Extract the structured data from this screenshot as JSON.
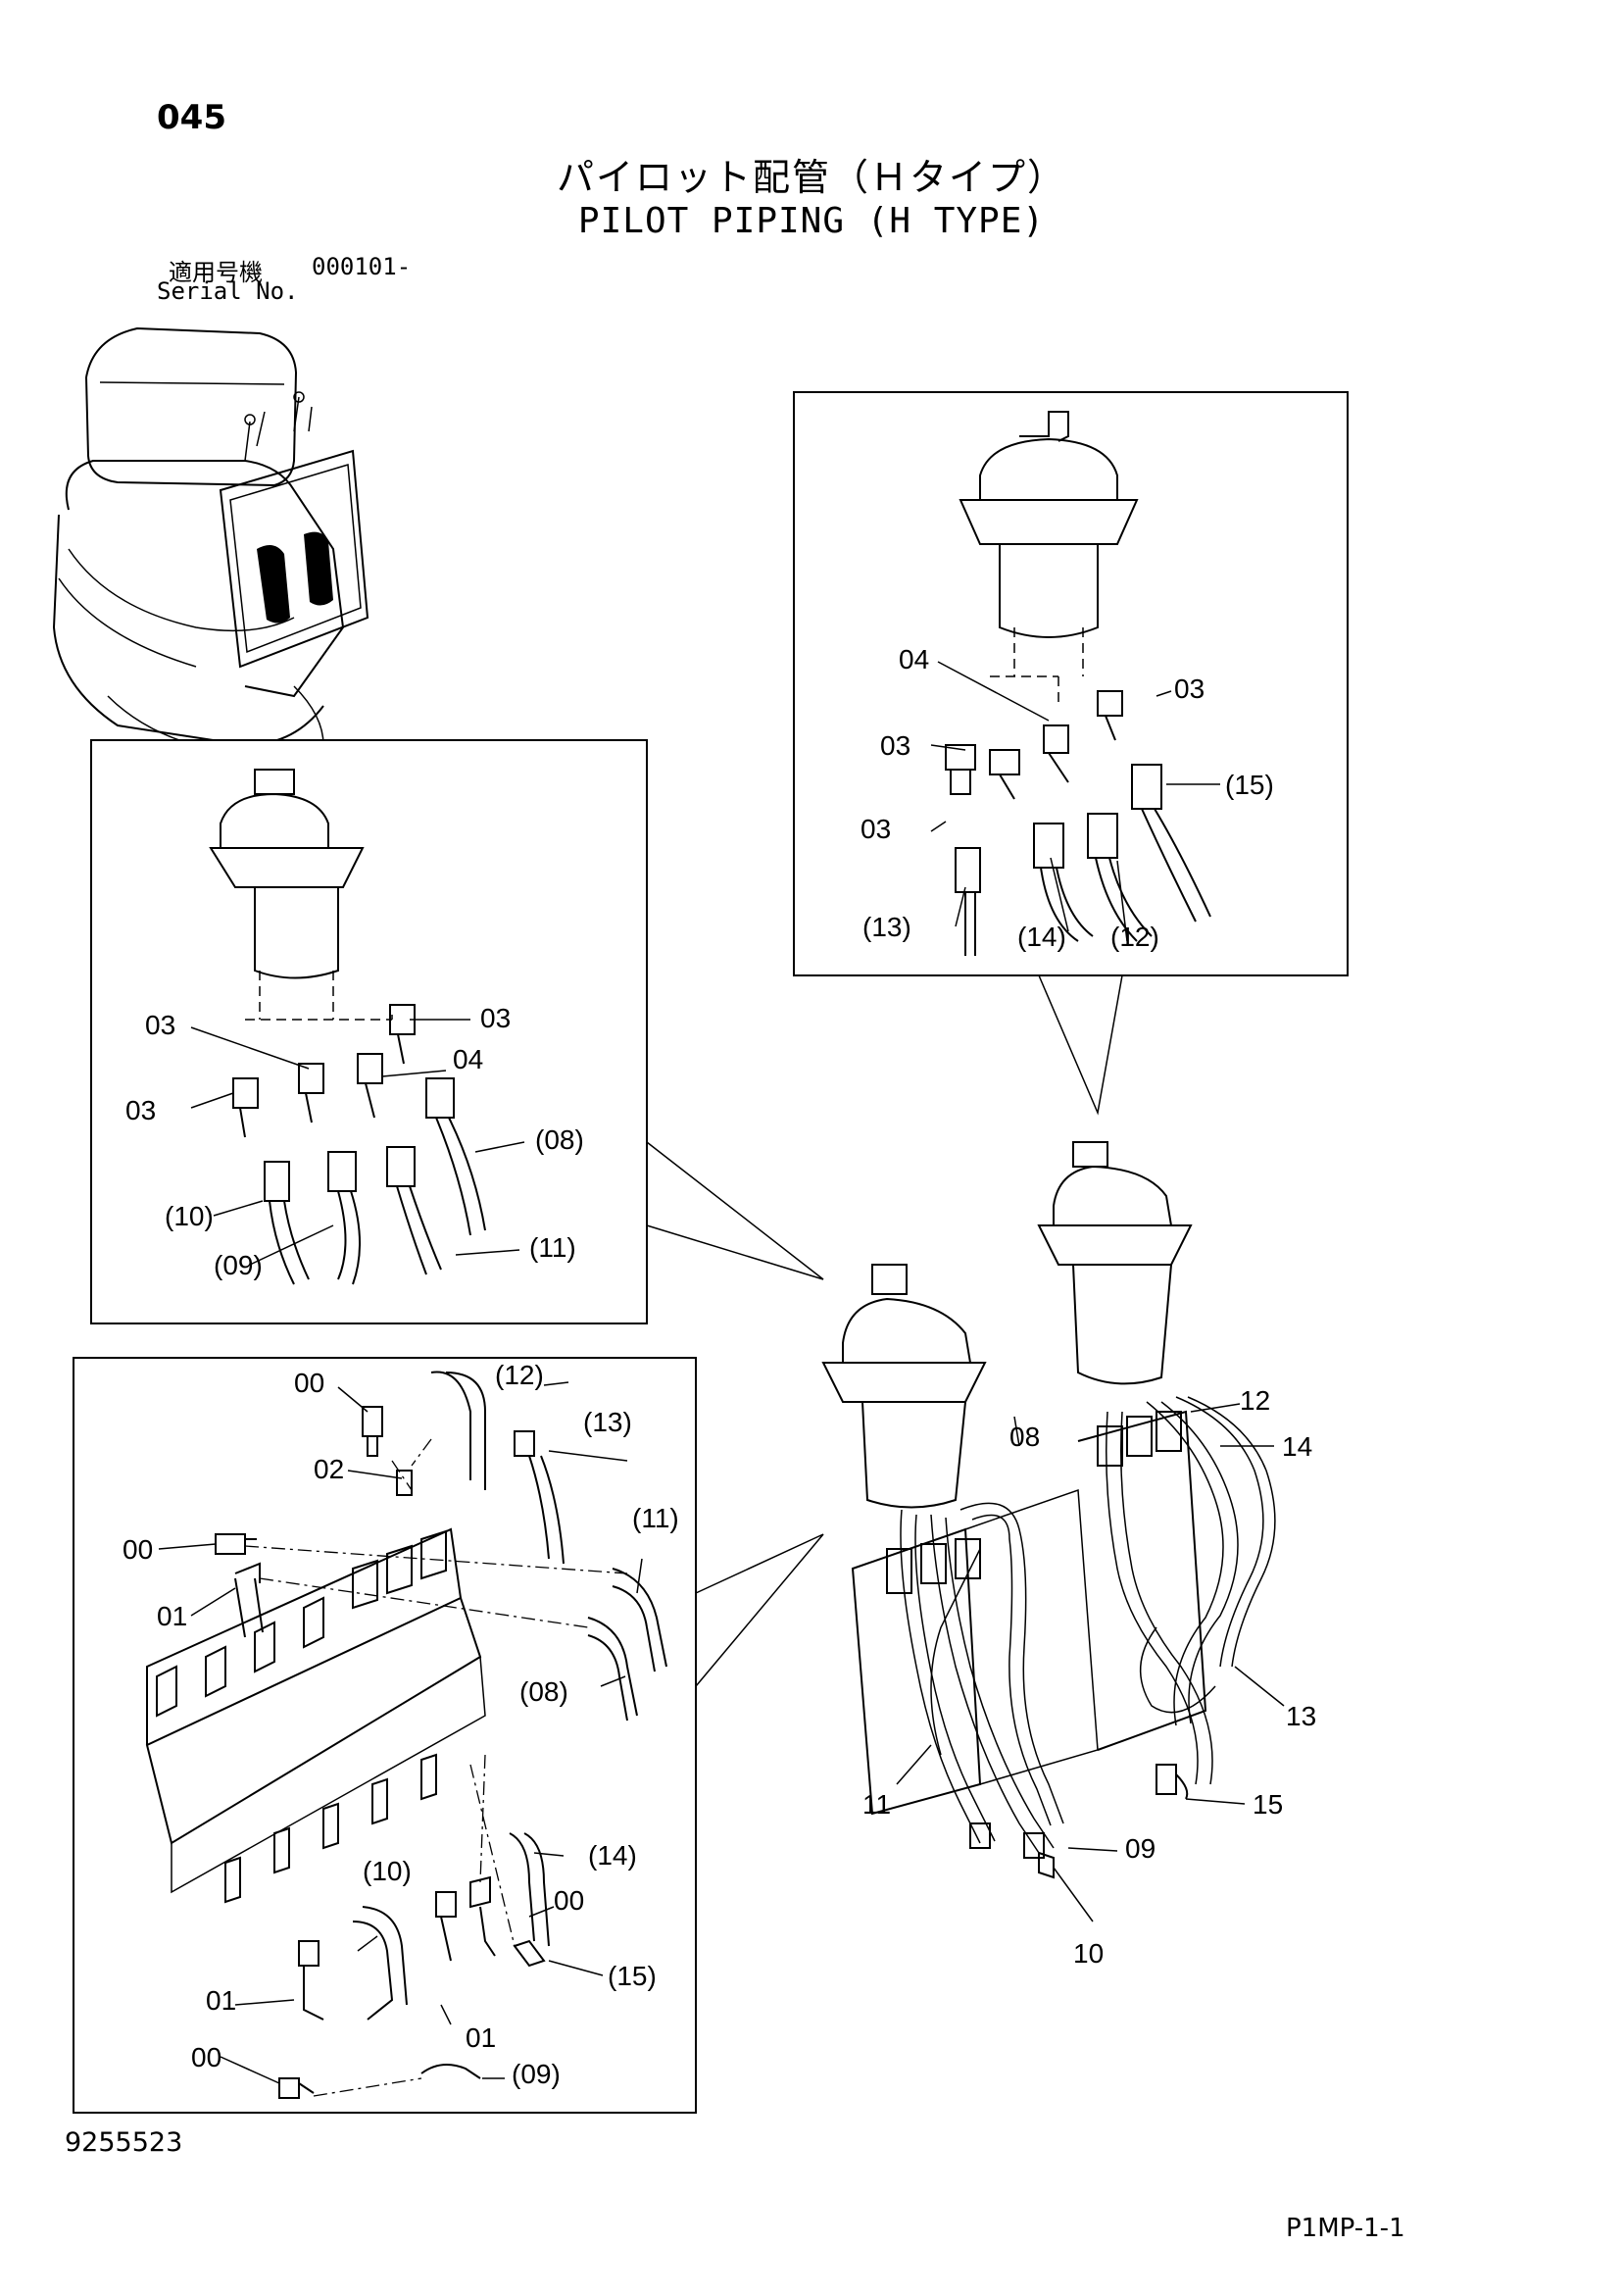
{
  "header": {
    "page_number": "045",
    "title_jp": "パイロット配管（Ｈタイプ）",
    "title_en": "PILOT PIPING (H TYPE)",
    "serial_label_jp": "適用号機",
    "serial_value": "000101-",
    "serial_label_en": "Serial No."
  },
  "footer": {
    "document_number": "9255523",
    "page_ref": "P1MP-1-1"
  },
  "callouts": {
    "right_inset": [
      "04",
      "03",
      "03",
      "(15)",
      "03",
      "(13)",
      "(14)",
      "(12)"
    ],
    "left_inset": [
      "03",
      "03",
      "04",
      "03",
      "(08)",
      "(10)",
      "(09)",
      "(11)"
    ],
    "bottom_inset": [
      "00",
      "(12)",
      "(13)",
      "02",
      "00",
      "(11)",
      "01",
      "(08)",
      "(14)",
      "(10)",
      "00",
      "(15)",
      "01",
      "01",
      "00",
      "(09)"
    ],
    "main_assembly": [
      "08",
      "12",
      "14",
      "13",
      "11",
      "15",
      "09",
      "10"
    ]
  }
}
